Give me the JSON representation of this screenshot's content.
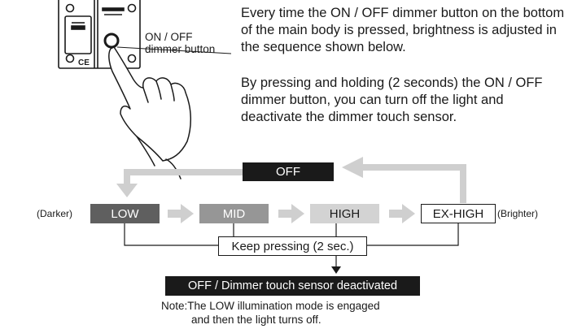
{
  "intro": {
    "paragraph1": "Every time the ON / OFF dimmer button on the bottom of the main body is pressed, brightness is adjusted in the sequence shown below.",
    "paragraph2": "By pressing and holding (2 seconds) the ON / OFF dimmer button, you can turn off the light and deactivate the dimmer touch sensor."
  },
  "callout": {
    "line1": "ON / OFF",
    "line2": "dimmer button"
  },
  "sequence": {
    "off": "OFF",
    "low": "LOW",
    "mid": "MID",
    "high": "HIGH",
    "exhigh": "EX-HIGH",
    "darker": "(Darker)",
    "brighter": "(Brighter)"
  },
  "hold": {
    "keep_pressing": "Keep pressing (2 sec.)",
    "result": "OFF / Dimmer touch sensor deactivated"
  },
  "note": {
    "line1": "Note:The LOW illumination mode is engaged",
    "line2": "and then the light turns off."
  },
  "colors": {
    "low": "#5f5f5f",
    "mid": "#969696",
    "high": "#d3d3d3",
    "exhigh": "#ffffff",
    "off": "#1a1a1a",
    "arrow": "#cfcfcf",
    "connector": "#1a1a1a"
  },
  "icons": {
    "device": "device-body-icon",
    "hand": "pressing-hand-icon",
    "button": "dimmer-button-icon",
    "ce_mark": "ce-mark-icon"
  }
}
